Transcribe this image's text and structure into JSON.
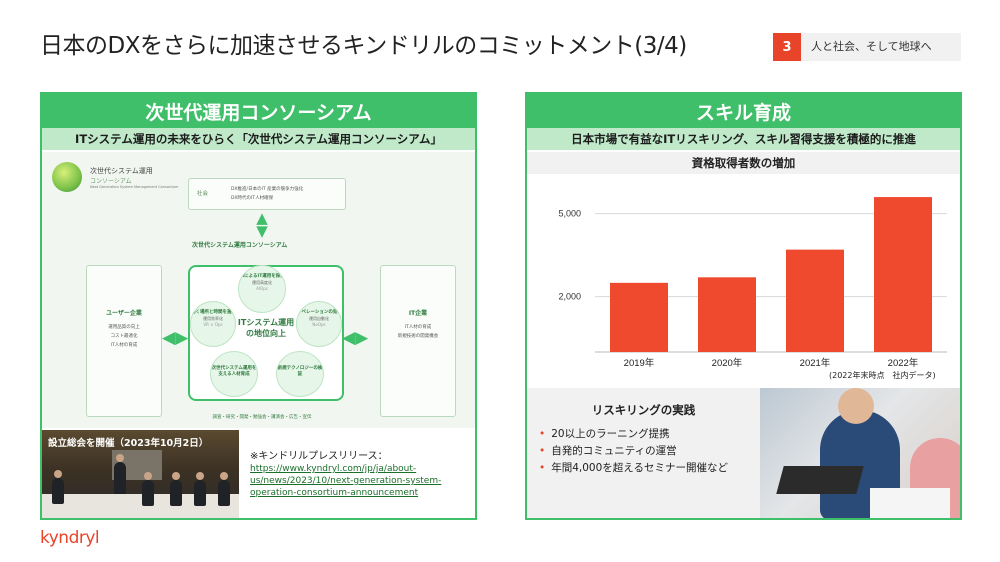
{
  "slide": {
    "title": "日本のDXをさらに加速させるキンドリルのコミットメント(3/4)",
    "badge_number": "3",
    "badge_text": "人と社会、そして地球へ",
    "footer_logo": "kyndryl"
  },
  "colors": {
    "green": "#3fbf6a",
    "light_green": "#bfe9c9",
    "accent": "#e8442a",
    "gray_bg": "#f1f1f1"
  },
  "left_panel": {
    "header": "次世代運用コンソーシアム",
    "subheader": "ITシステム運用の未来をひらく「次世代システム運用コンソーシアム」",
    "diagram": {
      "logo_line1": "次世代システム運用",
      "logo_line2": "コンソーシアム",
      "logo_line3": "Next Generation System Management Consortium",
      "society_label": "社会",
      "society_line1": "DX推進/日本のIT 産業の競争力強化",
      "society_line2": "DX時代のIT人材確保",
      "consortium_label": "次世代システム運用コンソーシアム",
      "user_title": "ユーザー企業",
      "user_lines": [
        "運用品質の向上",
        "コスト最適化",
        "IT人材の育成"
      ],
      "it_title": "IT企業",
      "it_lines": [
        "IT人材の育成",
        "新規技術の開発機会"
      ],
      "center_title": "ITシステム運用の地位向上",
      "circle_ai_title": "AIによるIT運用を探索する",
      "circle_ai_sub": "運用高度化",
      "circle_ai_tag": "AIOps",
      "circle_vr_title": "働く場所と時間を選ばない",
      "circle_vr_sub": "運用効率化",
      "circle_vr_tag": "VR × Ops",
      "circle_op_title": "オペレーションの効率化",
      "circle_op_sub": "運用自動化",
      "circle_op_tag": "NoOps",
      "circle_hr_title": "次世代システム運用を支える人材育成",
      "circle_tech_title": "新規テクノロジーの検証",
      "bottom_tags": "調査・研究・開発・勉強会・講演会・広告・宣伝"
    },
    "photo_caption": "設立総会を開催（2023年10月2日）",
    "press_label": "※キンドリルプレスリリース：",
    "press_link_lines": [
      "https://www.kyndryl.com/jp/ja/about-",
      "us/news/2023/10/next-generation-system-",
      "operation-consortium-announcement"
    ]
  },
  "right_panel": {
    "header": "スキル育成",
    "subheader": "日本市場で有益なITリスキリング、スキル習得支援を積極的に推進",
    "chart_title": "資格取得者数の増加",
    "source_note": "(2022年末時点　社内データ)",
    "reskilling": {
      "title": "リスキリングの実践",
      "items": [
        "20以上のラーニング提携",
        "自発的コミュニティの運営",
        "年間4,000を超えるセミナー開催など"
      ]
    }
  },
  "chart_data": {
    "type": "bar",
    "title": "資格取得者数の増加",
    "categories": [
      "2019年",
      "2020年",
      "2021年",
      "2022年"
    ],
    "values": [
      2500,
      2700,
      3700,
      5600
    ],
    "yticks": [
      2000,
      5000
    ],
    "ytick_labels": [
      "2,000",
      "5,000"
    ],
    "ylim": [
      0,
      6000
    ],
    "grid": true,
    "color": "#f04a2e"
  }
}
